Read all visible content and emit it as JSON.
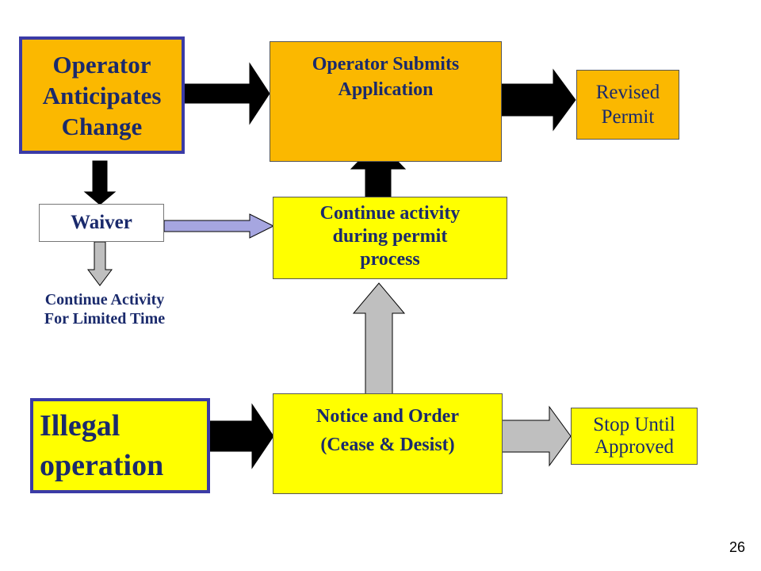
{
  "diagram": {
    "operator_change": {
      "lines": [
        "Operator",
        "Anticipates",
        "Change"
      ]
    },
    "submit": {
      "lines": [
        "Operator Submits",
        "Application"
      ]
    },
    "revised": {
      "lines": [
        "Revised",
        "Permit"
      ]
    },
    "waiver": {
      "label": "Waiver"
    },
    "continue_activity": {
      "lines": [
        "Continue activity",
        "during permit",
        "process"
      ]
    },
    "limited_time": {
      "lines": [
        "Continue Activity",
        "For Limited Time"
      ]
    },
    "illegal": {
      "lines": [
        "Illegal",
        "operation"
      ]
    },
    "notice": {
      "lines": [
        "Notice and Order",
        "(Cease & Desist)"
      ]
    },
    "stop": {
      "lines": [
        "Stop Until",
        "Approved"
      ]
    }
  },
  "page_number": "26",
  "colors": {
    "orange": "#fbb800",
    "yellow": "#ffff00",
    "blue_border": "#3b3ba6",
    "text": "#1a2a6c",
    "black_arrow": "#000000",
    "gray_arrow": "#bfbfbf",
    "lavender_arrow": "#a6a6e0"
  }
}
